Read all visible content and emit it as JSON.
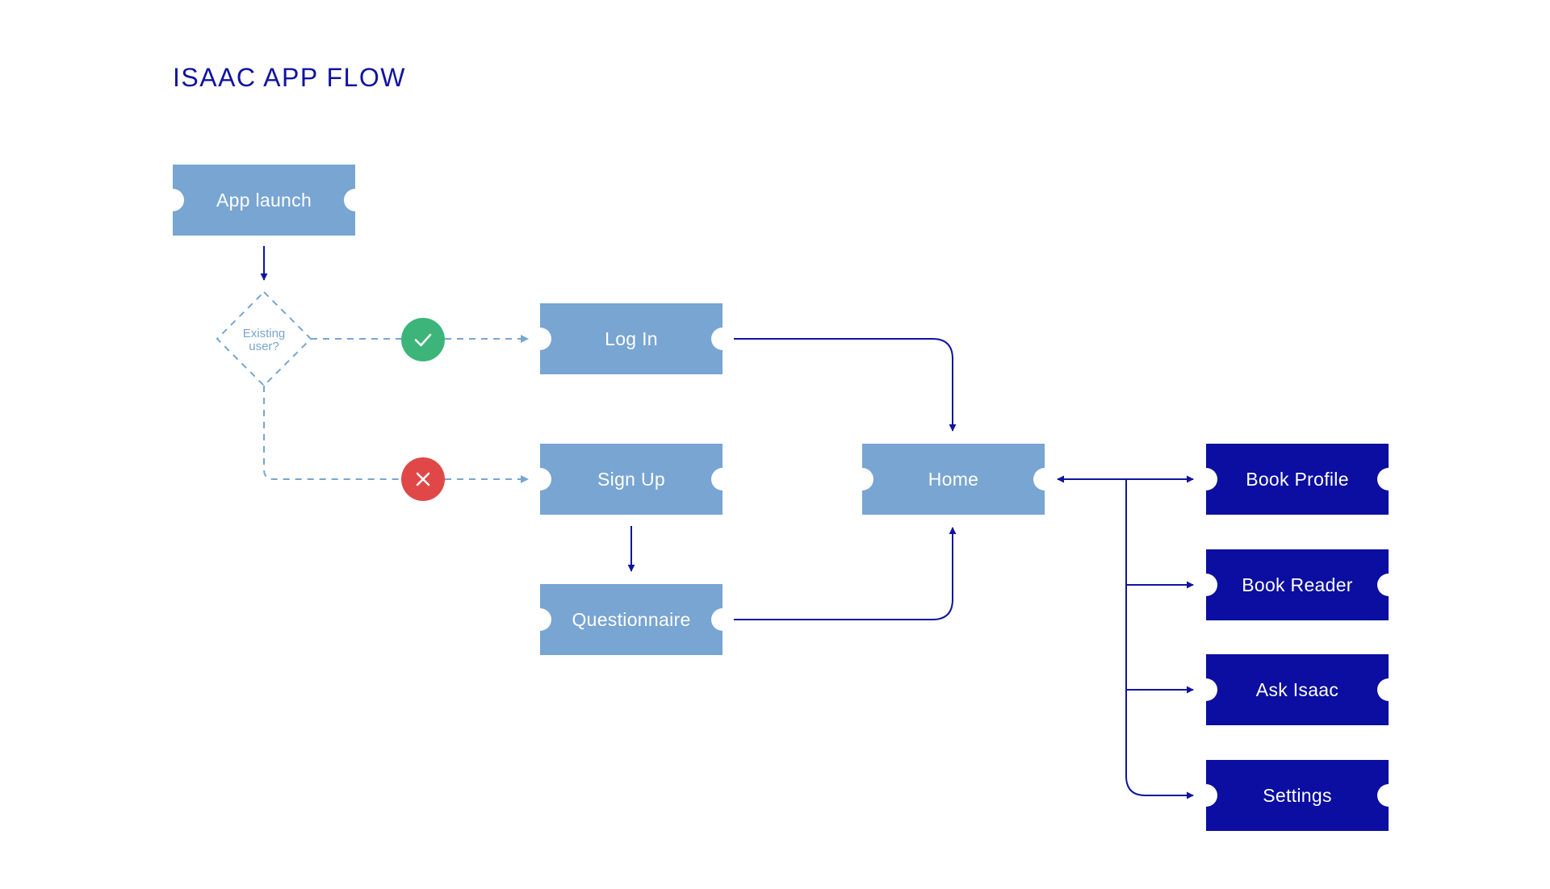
{
  "title": "ISAAC APP FLOW",
  "decision": {
    "label_line1": "Existing",
    "label_line2": "user?"
  },
  "nodes": {
    "app_launch": "App launch",
    "log_in": "Log In",
    "sign_up": "Sign Up",
    "questionnaire": "Questionnaire",
    "home": "Home",
    "book_profile": "Book Profile",
    "book_reader": "Book Reader",
    "ask_isaac": "Ask Isaac",
    "settings": "Settings"
  },
  "branches": {
    "yes_icon": "check-icon",
    "no_icon": "x-icon"
  },
  "colors": {
    "title": "#10149f",
    "primary_node": "#78a5d2",
    "secondary_node": "#0b0ea0",
    "solid_connector": "#10149f",
    "dashed_connector": "#78a5d2",
    "yes": "#3db57a",
    "no": "#e04848"
  }
}
